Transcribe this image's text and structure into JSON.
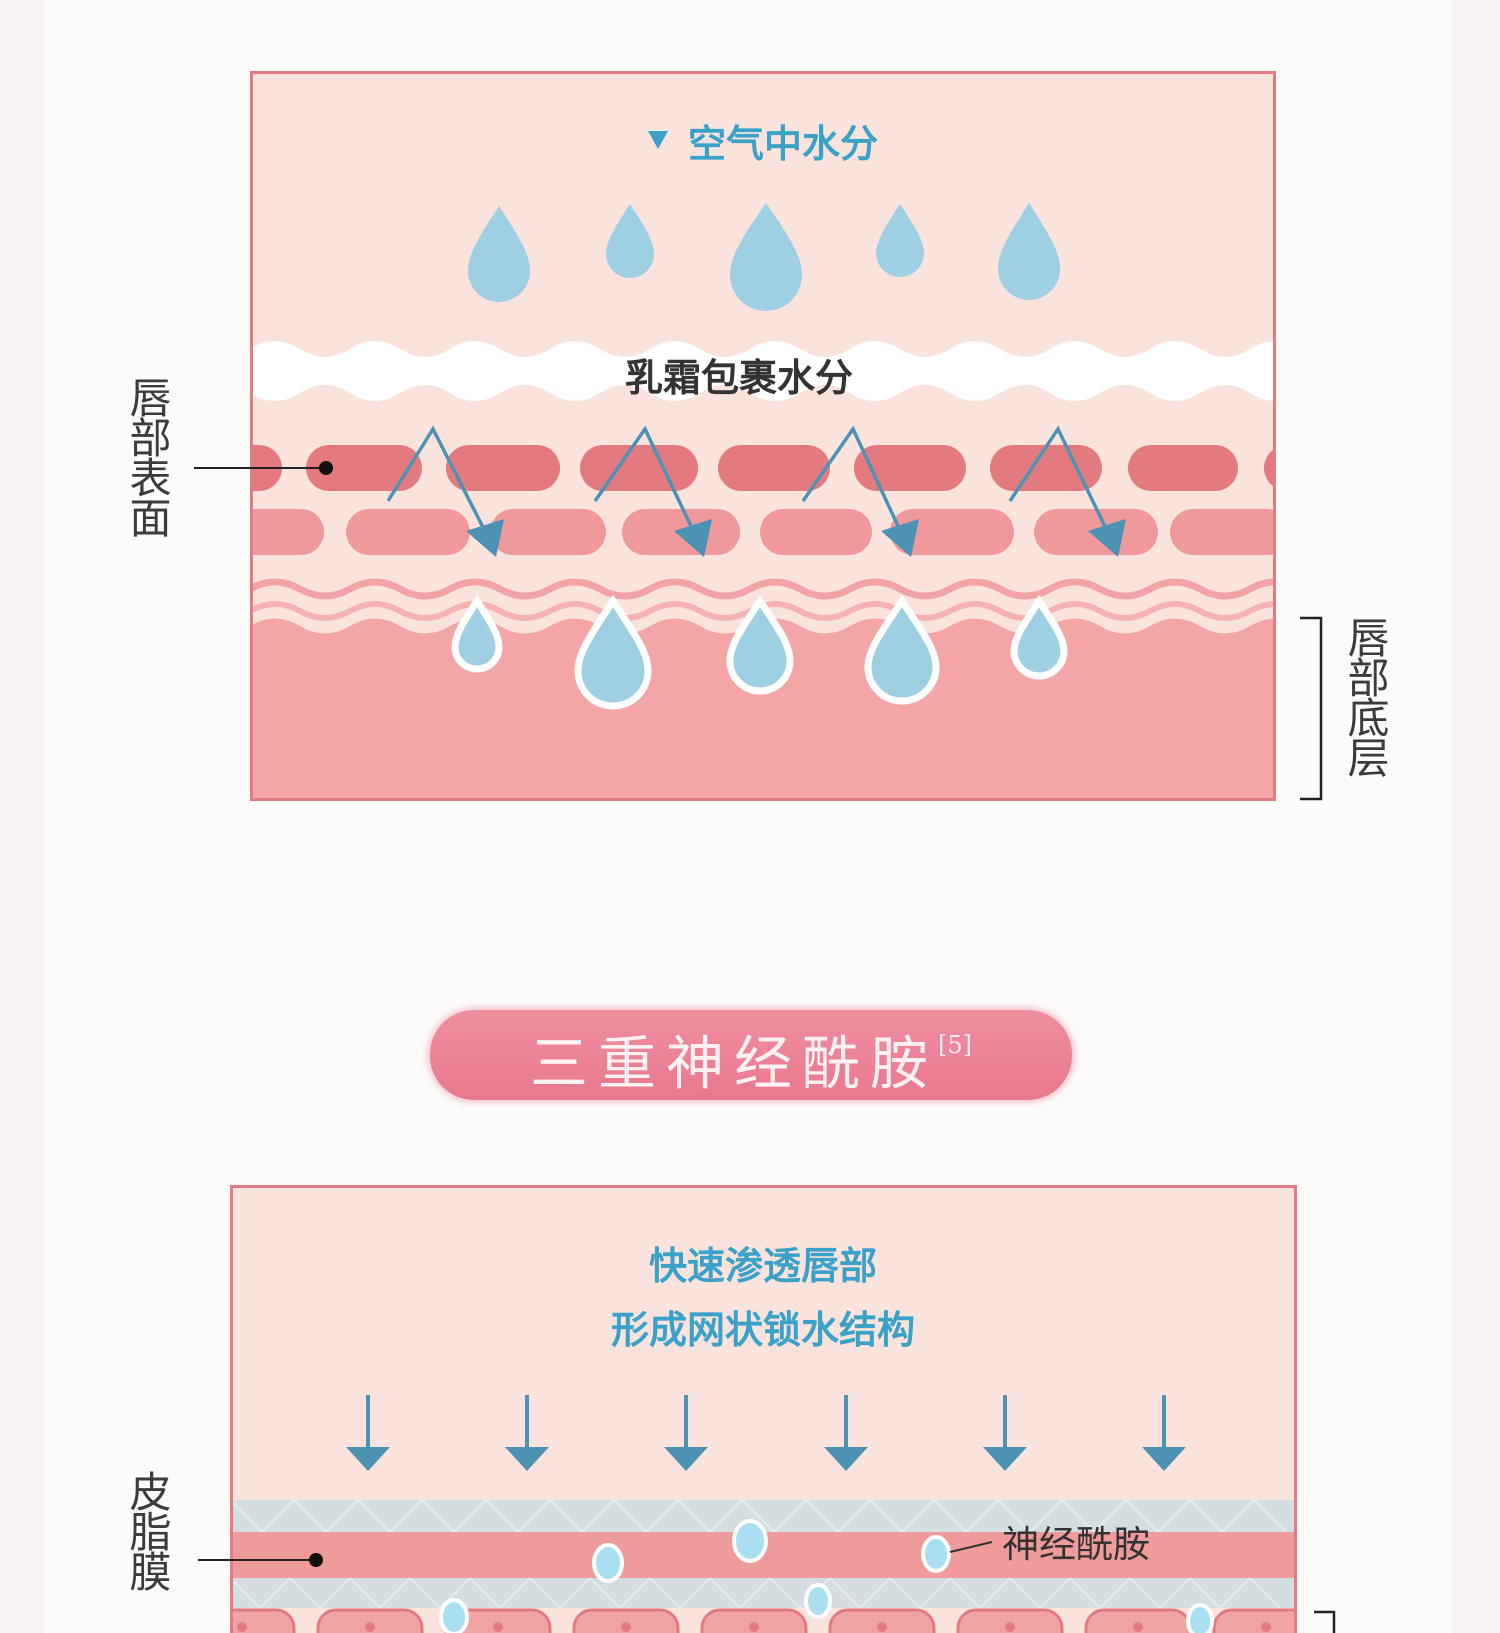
{
  "diagram1": {
    "heading": "空气中水分",
    "cream_label": "乳霜包裹水分",
    "left_label": "唇部表面",
    "right_label": "唇部底层"
  },
  "section_title": {
    "text": "三重神经酰胺",
    "note": "[5]"
  },
  "diagram2": {
    "line1": "快速渗透唇部",
    "line2": "形成网状锁水结构",
    "ceramide_label": "神经酰胺",
    "left_label": "皮脂膜"
  },
  "colors": {
    "frame": "#e27b82",
    "panel": "#fbe3dd",
    "water": "#9fcfe3",
    "arrow": "#4b92b3",
    "cell_dark": "#e27a80",
    "cell_light": "#f0999d",
    "text_blue": "#3aa1c9",
    "title_pill": "#ec8396"
  }
}
